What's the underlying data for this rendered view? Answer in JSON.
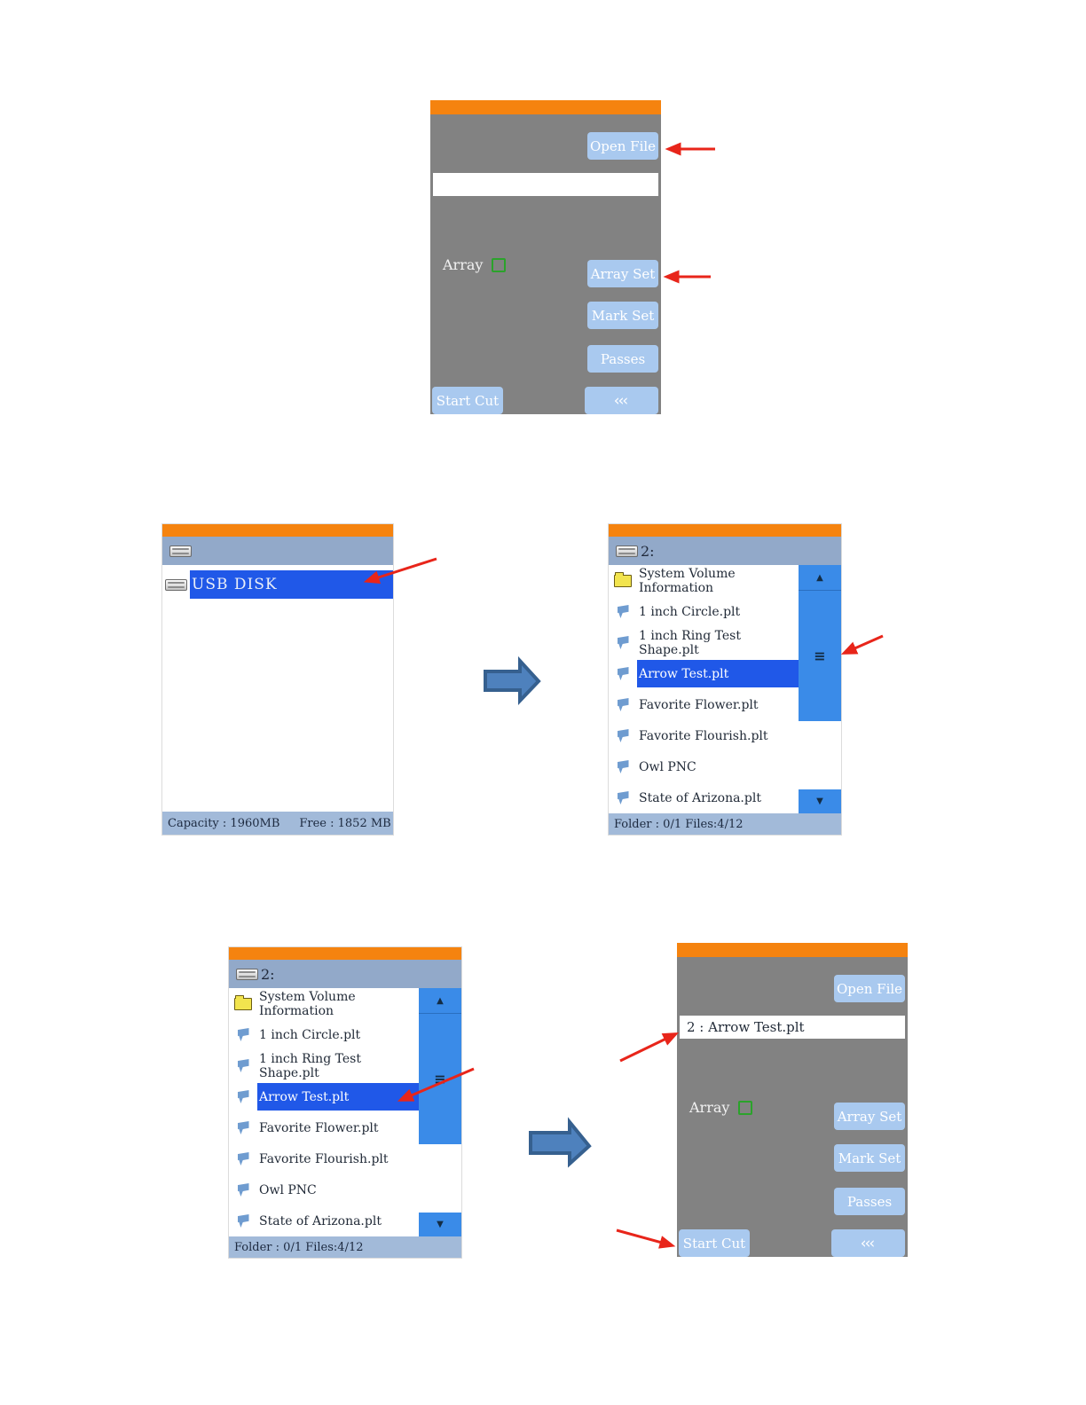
{
  "colors": {
    "orange": "#F5830F",
    "panel_gray": "#828282",
    "button_blue": "#A9C9EF",
    "header_blue": "#92A9C9",
    "statusbar_blue": "#A2BAD9",
    "selection_blue": "#2058E8",
    "scrollbar_blue": "#3A8BE8",
    "red_arrow": "#E8251A",
    "block_arrow_fill": "#4E81BD",
    "block_arrow_stroke": "#36608F"
  },
  "main_screen": {
    "open_file": "Open File",
    "initial_file_field": "",
    "loaded_file_field": "2 : Arrow Test.plt",
    "array_label": "Array",
    "array_set": "Array Set",
    "mark_set": "Mark Set",
    "passes": "Passes",
    "start_cut": "Start Cut",
    "back": "‹‹‹"
  },
  "usb_screen": {
    "drive_name": "USB DISK",
    "capacity": "Capacity : 1960MB",
    "free": "Free : 1852 MB"
  },
  "file_screen": {
    "title": "2:",
    "items": [
      {
        "type": "folder",
        "label": "System Volume Information"
      },
      {
        "type": "file",
        "label": "1 inch Circle.plt"
      },
      {
        "type": "file",
        "label": "1 inch Ring Test Shape.plt"
      },
      {
        "type": "file",
        "label": "Arrow Test.plt",
        "selected": true
      },
      {
        "type": "file",
        "label": "Favorite Flower.plt"
      },
      {
        "type": "file",
        "label": "Favorite Flourish.plt"
      },
      {
        "type": "file",
        "label": "Owl PNC"
      },
      {
        "type": "file",
        "label": "State of Arizona.plt"
      }
    ],
    "scroll_up_icon": "▲",
    "scroll_grip_icon": "≡",
    "scroll_down_icon": "▼",
    "status_bar": "Folder : 0/1 Files:4/12"
  }
}
